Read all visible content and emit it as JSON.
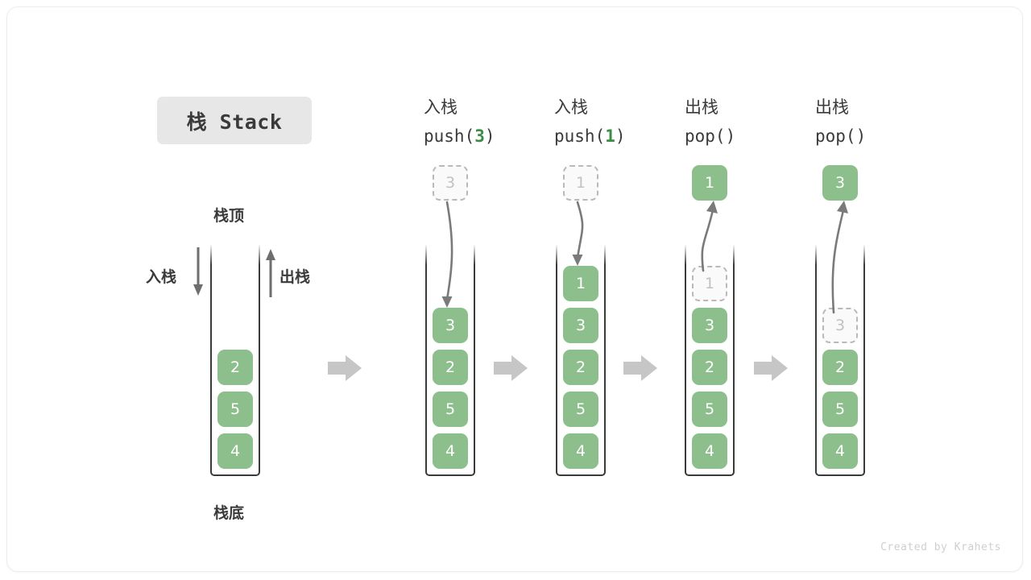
{
  "title": {
    "badge": "栈 Stack"
  },
  "initial_stack": {
    "top_label": "栈顶",
    "bottom_label": "栈底",
    "push_label": "入栈",
    "pop_label": "出栈",
    "items": [
      "2",
      "5",
      "4"
    ]
  },
  "columns": [
    {
      "op": "入栈",
      "call_prefix": "push(",
      "call_arg": "3",
      "call_suffix": ")",
      "floating": {
        "value": "3",
        "style": "ghost",
        "position": "above"
      },
      "items": [
        {
          "value": "3",
          "style": "solid"
        },
        {
          "value": "2",
          "style": "solid"
        },
        {
          "value": "5",
          "style": "solid"
        },
        {
          "value": "4",
          "style": "solid"
        }
      ]
    },
    {
      "op": "入栈",
      "call_prefix": "push(",
      "call_arg": "1",
      "call_suffix": ")",
      "floating": {
        "value": "1",
        "style": "ghost",
        "position": "above"
      },
      "items": [
        {
          "value": "1",
          "style": "solid"
        },
        {
          "value": "3",
          "style": "solid"
        },
        {
          "value": "2",
          "style": "solid"
        },
        {
          "value": "5",
          "style": "solid"
        },
        {
          "value": "4",
          "style": "solid"
        }
      ]
    },
    {
      "op": "出栈",
      "call_prefix": "pop(",
      "call_arg": "",
      "call_suffix": ")",
      "floating": {
        "value": "1",
        "style": "solid",
        "position": "above"
      },
      "items": [
        {
          "value": "1",
          "style": "ghost"
        },
        {
          "value": "3",
          "style": "solid"
        },
        {
          "value": "2",
          "style": "solid"
        },
        {
          "value": "5",
          "style": "solid"
        },
        {
          "value": "4",
          "style": "solid"
        }
      ]
    },
    {
      "op": "出栈",
      "call_prefix": "pop(",
      "call_arg": "",
      "call_suffix": ")",
      "floating": {
        "value": "3",
        "style": "solid",
        "position": "above"
      },
      "items": [
        {
          "value": "3",
          "style": "ghost"
        },
        {
          "value": "2",
          "style": "solid"
        },
        {
          "value": "5",
          "style": "solid"
        },
        {
          "value": "4",
          "style": "solid"
        }
      ]
    }
  ],
  "credit": "Created by Krahets",
  "colors": {
    "block_green": "#8cbf8c",
    "accent_green": "#3c8c46",
    "ink": "#3a3a3a",
    "arrow_gray": "#7a7a7a",
    "step_arrow_gray": "#c6c6c6",
    "badge_bg": "#e7e7e7",
    "ghost_border": "#b9b9b9"
  }
}
